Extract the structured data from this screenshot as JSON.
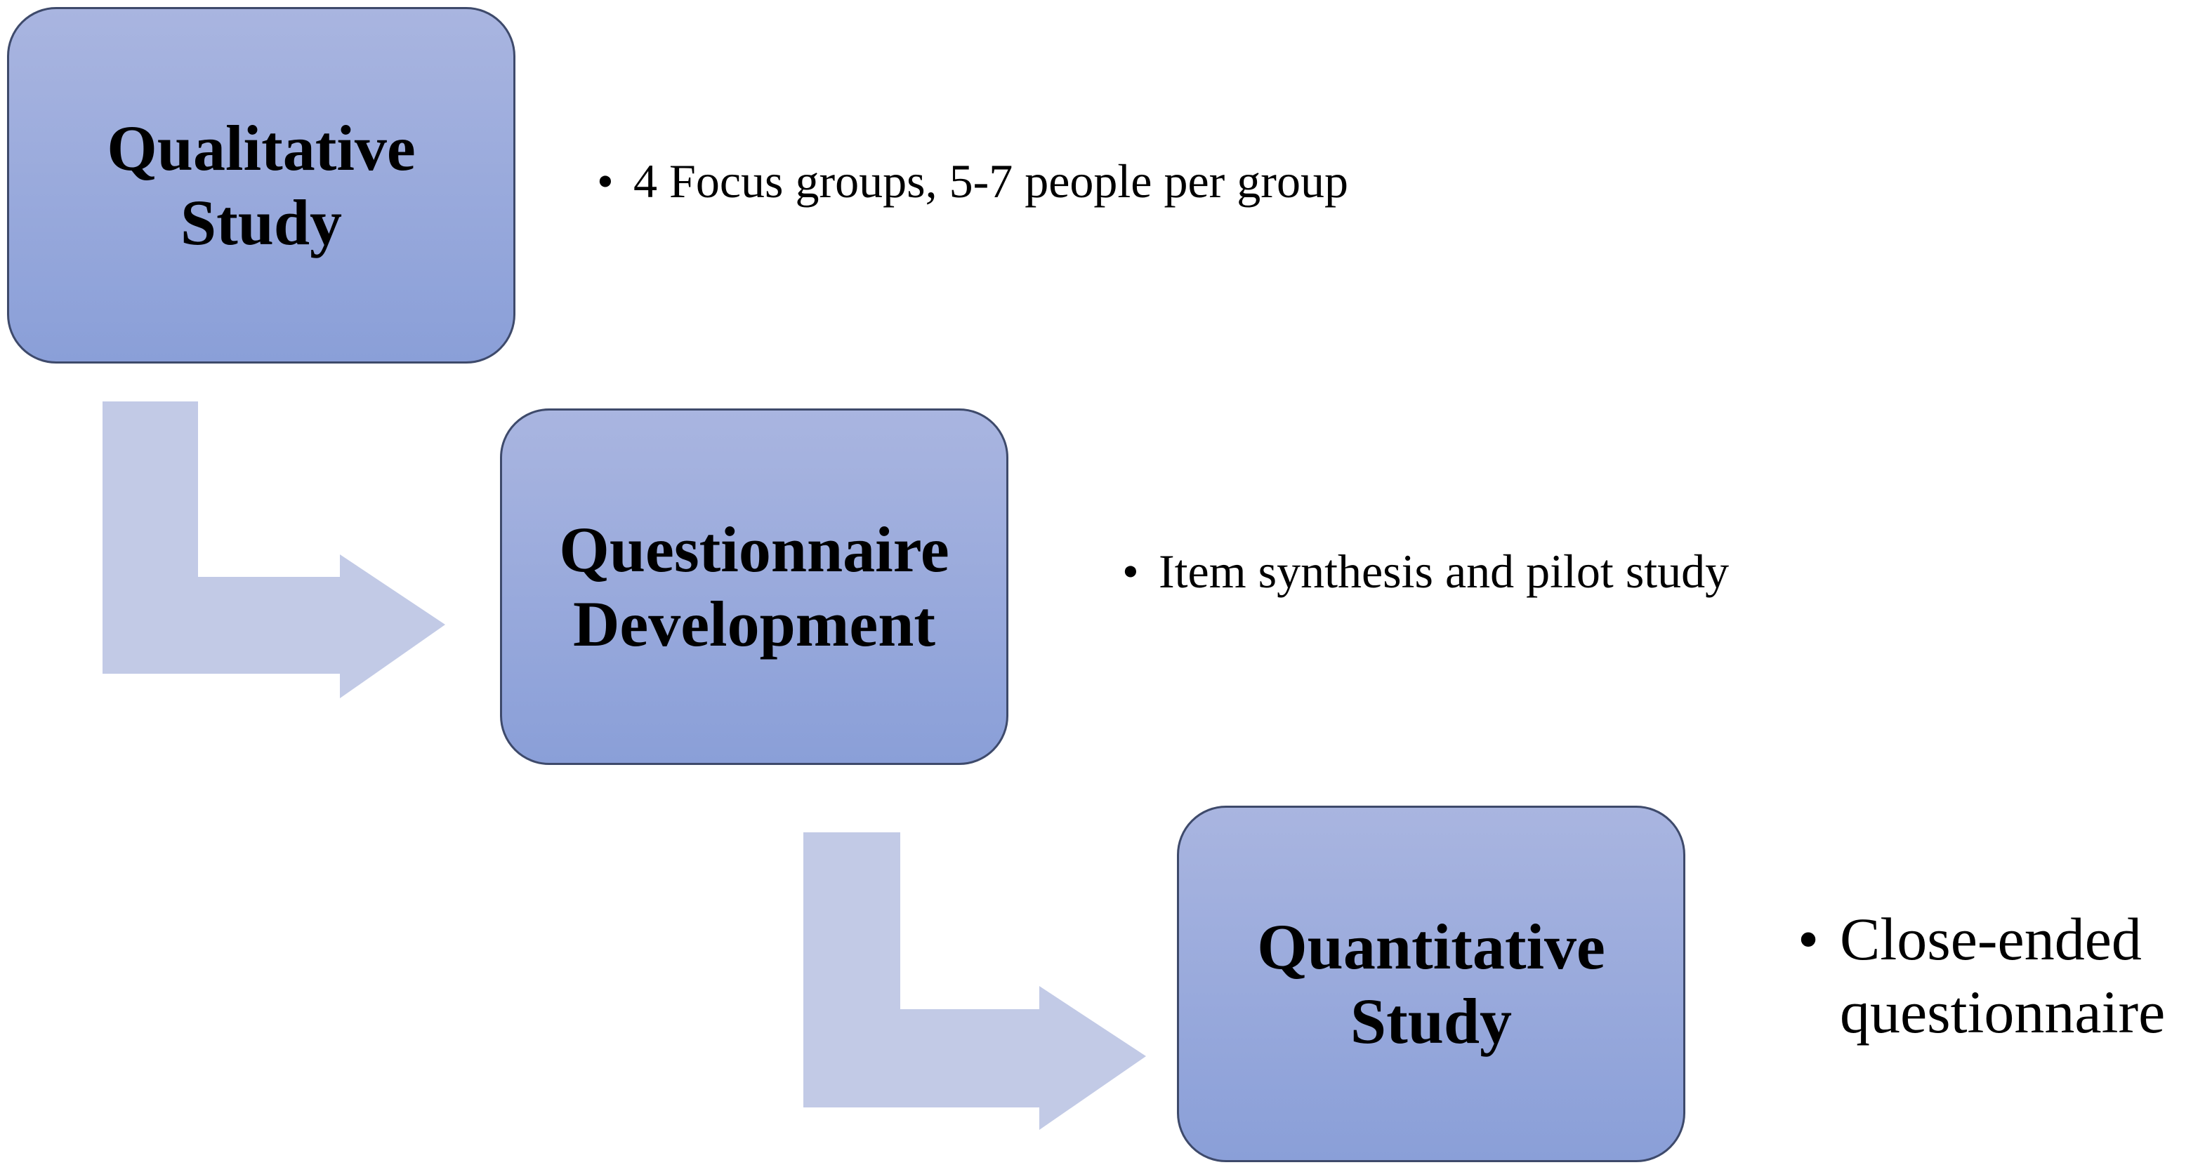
{
  "diagram": {
    "steps": [
      {
        "title": "Qualitative\nStudy",
        "bullet": "4 Focus groups, 5-7 people per group"
      },
      {
        "title": "Questionnaire\nDevelopment",
        "bullet": "Item synthesis and pilot study"
      },
      {
        "title": "Quantitative\nStudy",
        "bullet": "Close-ended\nquestionnaire"
      }
    ],
    "bullet_symbol": "•",
    "colors": {
      "box_fill_top": "#a9b5e0",
      "box_fill_bottom": "#8a9fd8",
      "box_border": "#3e4a6b",
      "arrow_fill": "#c2cae6",
      "text": "#000000"
    }
  }
}
